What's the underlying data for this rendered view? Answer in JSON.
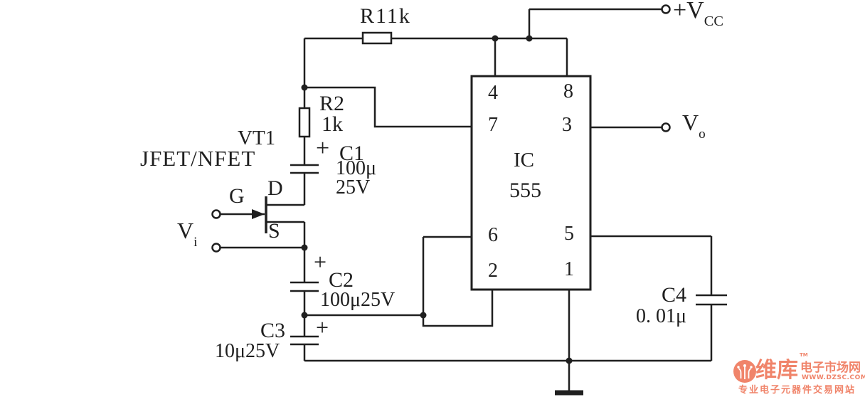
{
  "colors": {
    "ink": "#1f1f1f",
    "background": "#ffffff",
    "watermark_accent": "#f0846a"
  },
  "labels": {
    "r1": "R11k",
    "r2_name": "R2",
    "r2_value": "1k",
    "c1_plus": "+",
    "c1_name": "C1",
    "c1_value_cap": "100μ",
    "c1_value_volt": "25V",
    "vt1": "VT1",
    "vt1_type": "JFET/NFET",
    "gate": "G",
    "drain": "D",
    "source": "S",
    "vi_main": "V",
    "vi_sub": "i",
    "vo_main": "V",
    "vo_sub": "o",
    "vcc_main": "+V",
    "vcc_sub": "CC",
    "c2_plus": "+",
    "c2_name": "C2",
    "c2_value": "100μ25V",
    "c3_plus": "+",
    "c3_name": "C3",
    "c3_value": "10μ25V",
    "c4_name": "C4",
    "c4_value": "0. 01μ",
    "ic_name": "IC",
    "ic_model": "555",
    "pins": {
      "p4": "4",
      "p8": "8",
      "p7": "7",
      "p3": "3",
      "p6": "6",
      "p5": "5",
      "p2": "2",
      "p1": "1"
    }
  },
  "watermark": {
    "brand": "维库",
    "tm": "TM",
    "site_name": "电子市场网",
    "url": "WWW.DZSC.COM",
    "slogan": "专业电子元器件交易网站"
  }
}
